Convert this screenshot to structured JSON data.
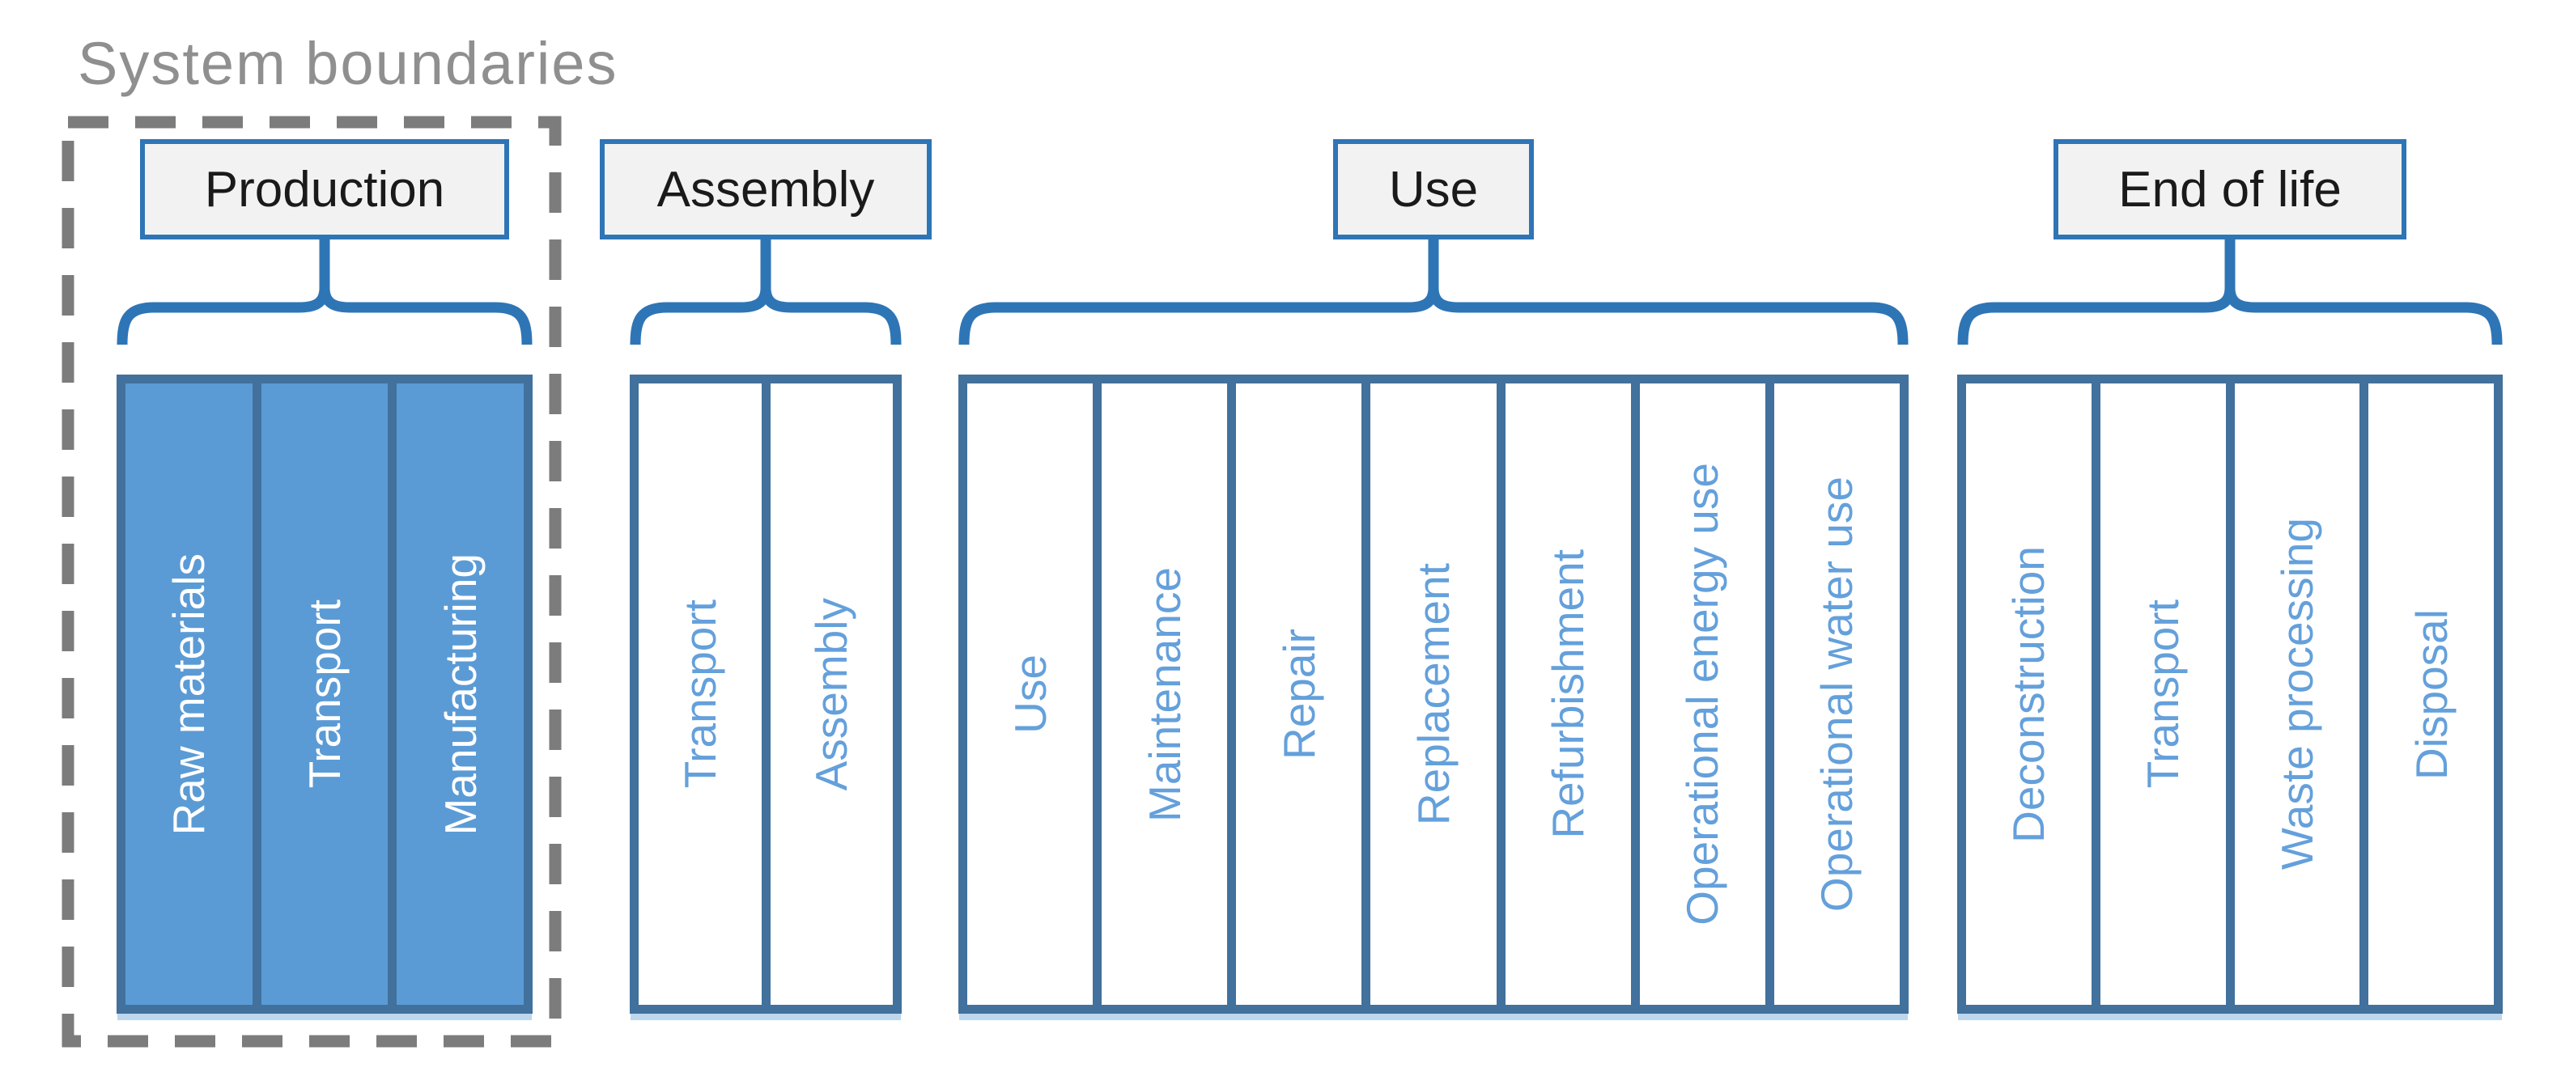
{
  "diagram": {
    "system_boundary_label": "System boundaries",
    "stages": [
      {
        "name": "Production",
        "inside_system_boundary": true,
        "phases": [
          "Raw materials",
          "Transport",
          "Manufacturing"
        ]
      },
      {
        "name": "Assembly",
        "inside_system_boundary": false,
        "phases": [
          "Transport",
          "Assembly"
        ]
      },
      {
        "name": "Use",
        "inside_system_boundary": false,
        "phases": [
          "Use",
          "Maintenance",
          "Repair",
          "Replacement",
          "Refurbishment",
          "Operational energy use",
          "Operational water use"
        ]
      },
      {
        "name": "End of life",
        "inside_system_boundary": false,
        "phases": [
          "Deconstruction",
          "Transport",
          "Waste processing",
          "Disposal"
        ]
      }
    ]
  },
  "colors": {
    "accent_blue": "#2E75B6",
    "column_border": "#41719C",
    "production_fill": "#5B9BD5",
    "column_text": "#64A0DB",
    "production_text": "#FFFFFF",
    "header_fill": "#F2F2F2",
    "header_text": "#1A1A1A",
    "boundary_dash_gray": "#7C7C7C",
    "label_gray": "#8F8F8F"
  }
}
